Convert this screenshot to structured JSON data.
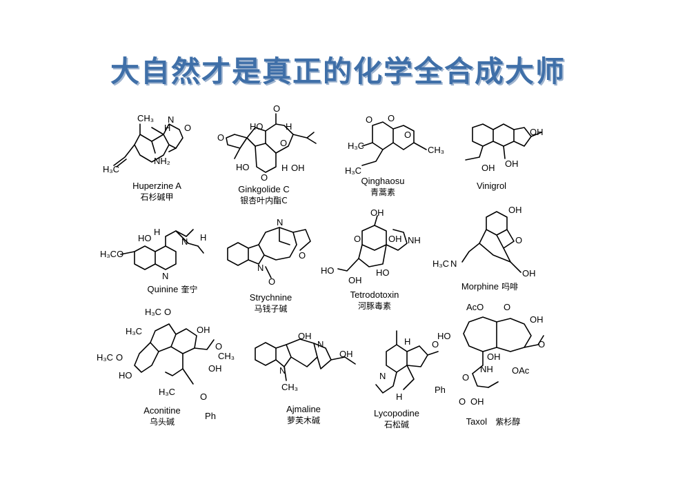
{
  "title": "大自然才是真正的化学全合成大师",
  "compounds": [
    {
      "en": "Huperzine A",
      "cn": "石杉碱甲"
    },
    {
      "en": "Ginkgolide C",
      "cn": "银杏叶内酯C"
    },
    {
      "en": "Qinghaosu",
      "cn": "青蒿素"
    },
    {
      "en": "Vinigrol",
      "cn": ""
    },
    {
      "en": "Quinine",
      "cn": "奎宁"
    },
    {
      "en": "Strychnine",
      "cn": "马钱子碱"
    },
    {
      "en": "Tetrodotoxin",
      "cn": "河豚毒素"
    },
    {
      "en": "Morphine",
      "cn": "吗啡"
    },
    {
      "en": "Aconitine",
      "cn": "乌头碱"
    },
    {
      "en": "Ajmaline",
      "cn": "萝芙木碱"
    },
    {
      "en": "Lycopodine",
      "cn": "石松碱"
    },
    {
      "en": "Taxol",
      "cn": "紫杉醇"
    }
  ],
  "atoms": {
    "ch3": "CH₃",
    "h3c": "H₃C",
    "nh2": "NH₂",
    "nh": "NH",
    "n": "N",
    "h": "H",
    "o": "O",
    "oh": "OH",
    "ho": "HO",
    "h3co": "H₃CO",
    "aco": "AcO",
    "oac": "OAc",
    "ph": "Ph",
    "ch3n": "H₃C",
    "nch3": "CH₃"
  }
}
